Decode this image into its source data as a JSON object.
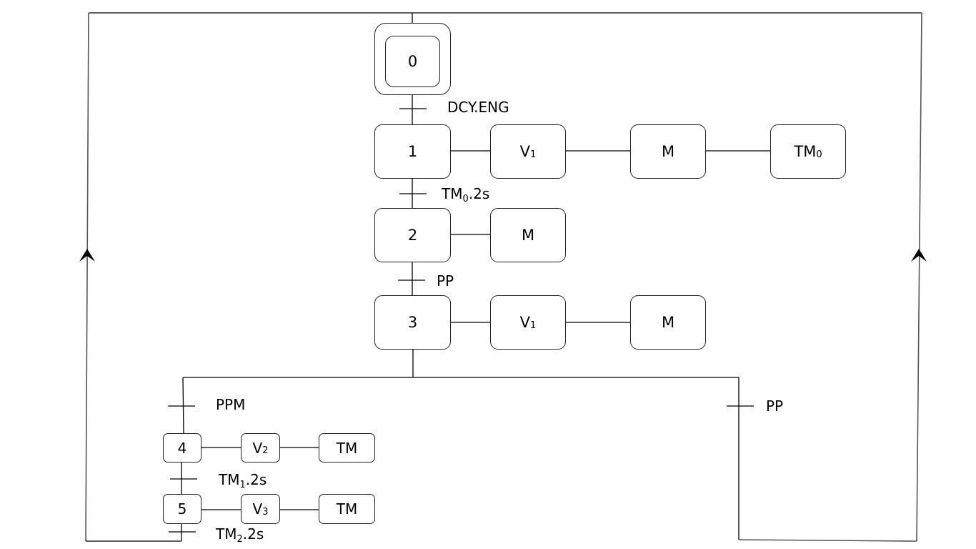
{
  "diagram": {
    "type": "GRAFCET",
    "initial_step": {
      "id": "0"
    },
    "steps": [
      {
        "id": "1",
        "actions": [
          {
            "base": "V",
            "sub": "1"
          },
          {
            "base": "M",
            "sub": ""
          },
          {
            "base": "TM",
            "sub": "0"
          }
        ]
      },
      {
        "id": "2",
        "actions": [
          {
            "base": "M",
            "sub": ""
          }
        ]
      },
      {
        "id": "3",
        "actions": [
          {
            "base": "V",
            "sub": "1"
          },
          {
            "base": "M",
            "sub": ""
          }
        ]
      },
      {
        "id": "4",
        "actions": [
          {
            "base": "V",
            "sub": "2"
          },
          {
            "base": "TM",
            "sub": ""
          }
        ]
      },
      {
        "id": "5",
        "actions": [
          {
            "base": "V",
            "sub": "3"
          },
          {
            "base": "TM",
            "sub": ""
          }
        ]
      }
    ],
    "transitions": [
      {
        "from": "0",
        "to": "1",
        "base": "DCY.ENG",
        "sub": "",
        "rest": ""
      },
      {
        "from": "1",
        "to": "2",
        "base": "TM",
        "sub": "0",
        "rest": ".2s"
      },
      {
        "from": "2",
        "to": "3",
        "base": "PP",
        "sub": "",
        "rest": ""
      },
      {
        "from": "3",
        "to": "4",
        "base": "PPM",
        "sub": "",
        "rest": ""
      },
      {
        "from": "4",
        "to": "5",
        "base": "TM",
        "sub": "1",
        "rest": ".2s"
      },
      {
        "from": "5",
        "to": "0",
        "base": "TM",
        "sub": "2",
        "rest": ".2s"
      },
      {
        "from": "3",
        "to": "0",
        "base": "PP",
        "sub": "",
        "rest": ""
      }
    ],
    "return_arrows": [
      "left-loop-up-arrow",
      "right-loop-up-arrow"
    ]
  }
}
